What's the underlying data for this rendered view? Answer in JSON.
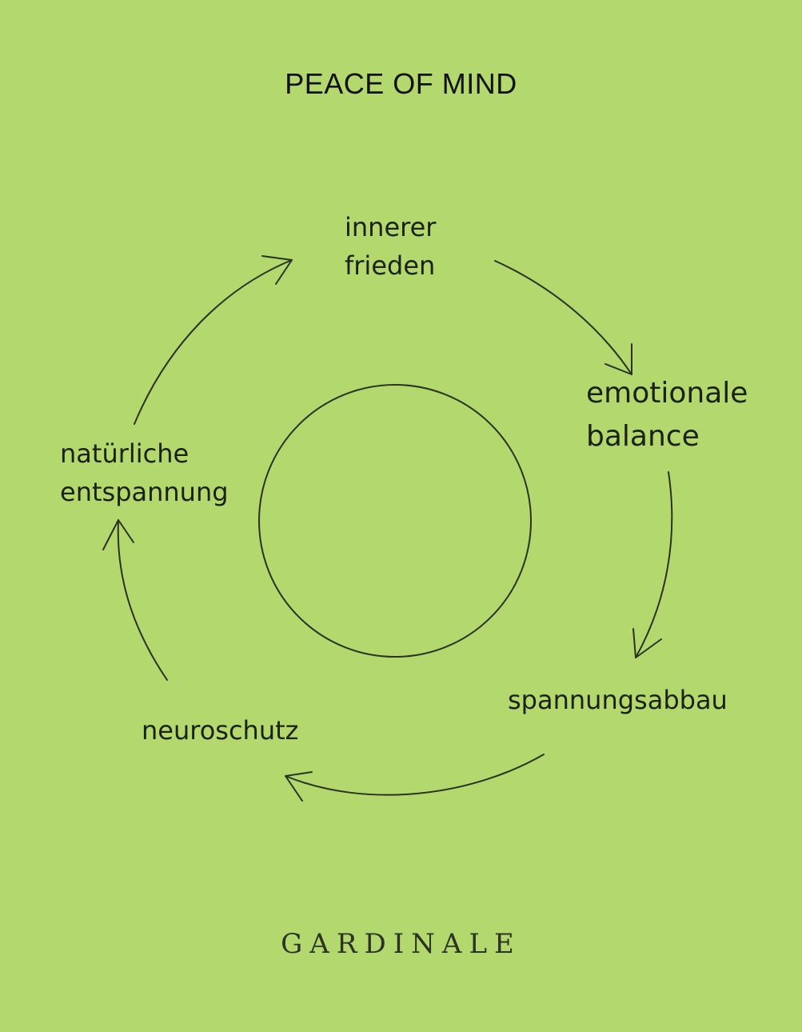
{
  "title": "PEACE OF MIND",
  "cycle": [
    {
      "line1": "innerer",
      "line2": "frieden"
    },
    {
      "line1": "emotionale",
      "line2": "balance"
    },
    {
      "line1": "spannungsabbau"
    },
    {
      "line1": "neuroschutz"
    },
    {
      "line1": "natürliche",
      "line2": "entspannung"
    }
  ],
  "brand": "GARDINALE",
  "colors": {
    "background": "#b3d96e",
    "ink": "#1b2114"
  }
}
